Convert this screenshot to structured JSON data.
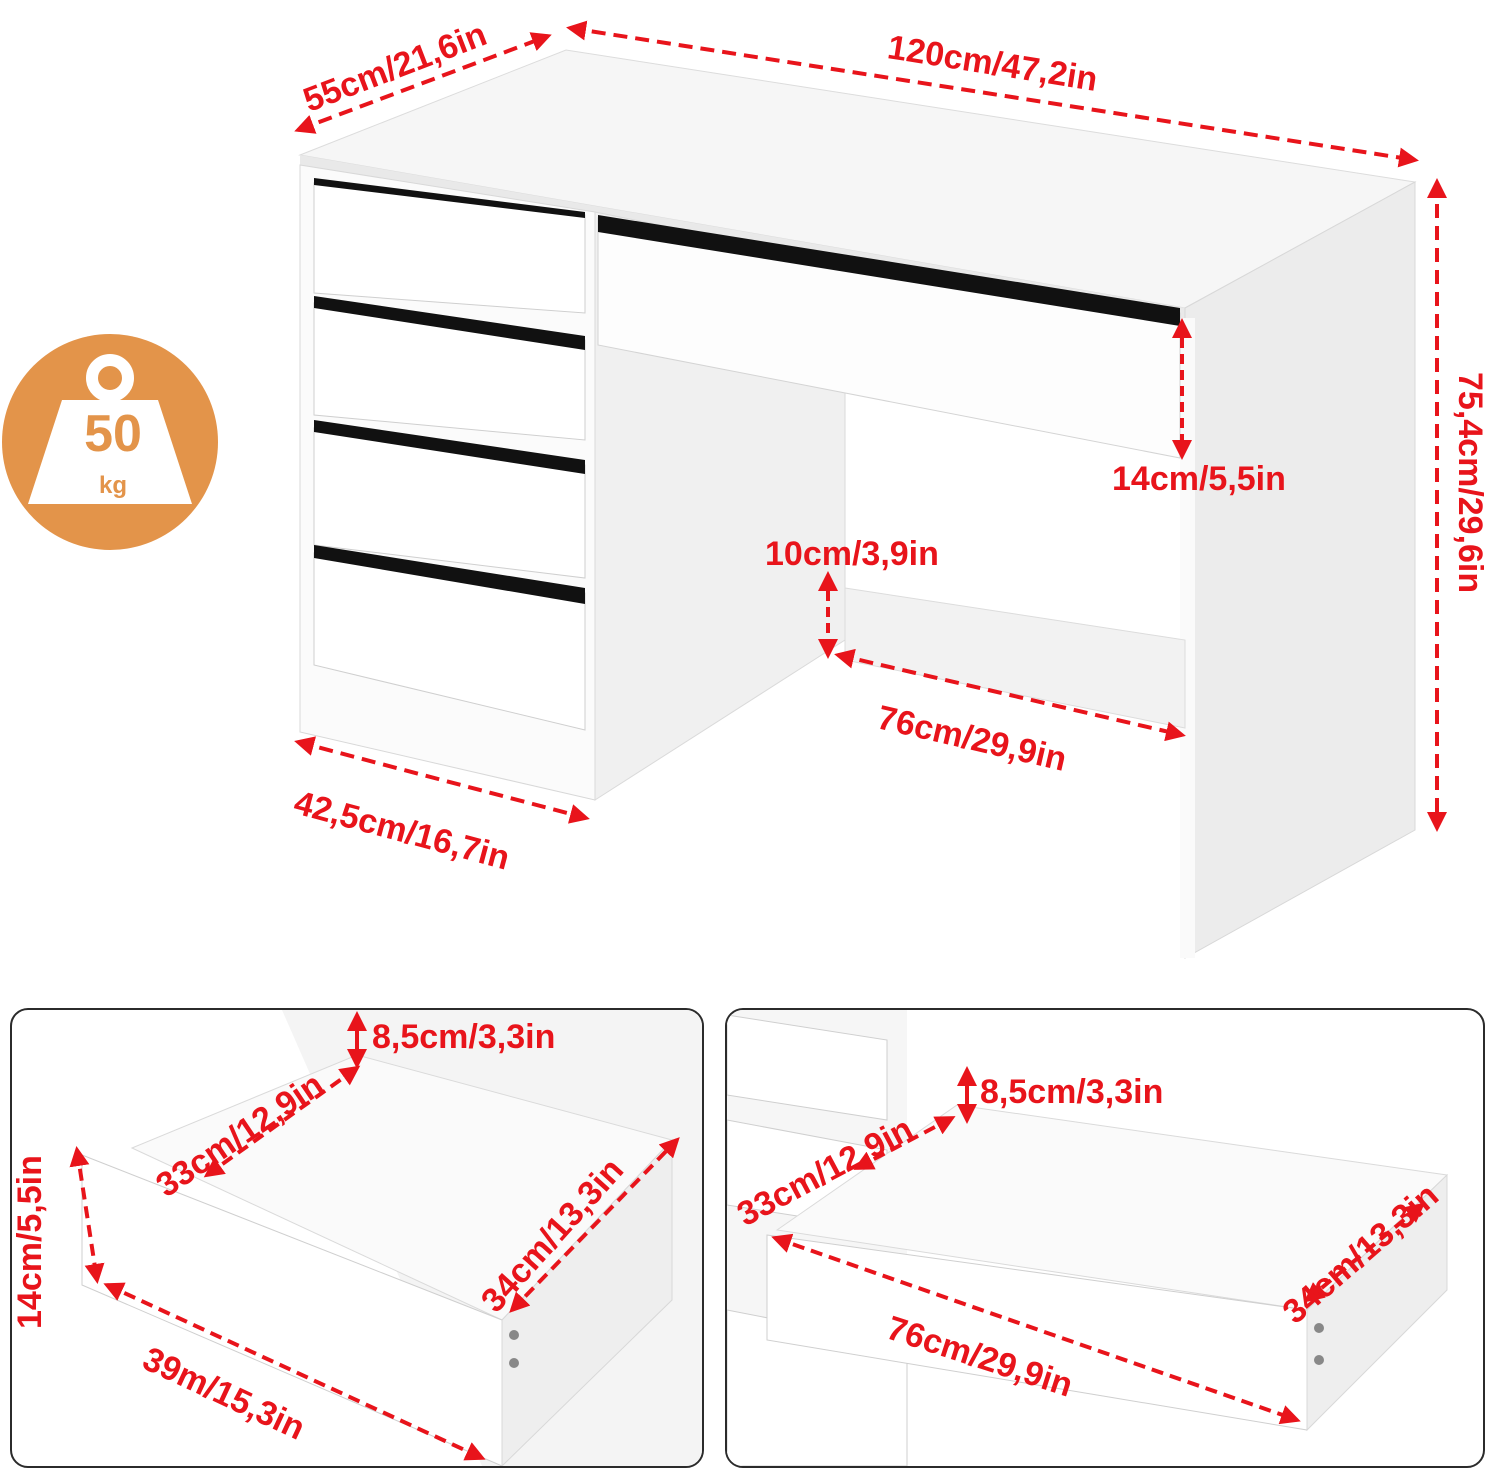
{
  "badge": {
    "icon": "weight-icon",
    "value": "50",
    "unit": "kg",
    "color": "#e3944a"
  },
  "accent_color": "#e8141b",
  "main_dims": {
    "depth": "55cm/21,6in",
    "width": "120cm/47,2in",
    "height": "75,4cm/29,6in",
    "drawer_height": "14cm/5,5in",
    "bar_height": "10cm/3,9in",
    "leg_space": "76cm/29,9in",
    "cabinet_width": "42,5cm/16,7in"
  },
  "left_detail": {
    "depth": "8,5cm/3,3in",
    "inner_width": "33cm/12,9in",
    "inner_length": "34cm/13,3in",
    "front_height": "14cm/5,5in",
    "front_width": "39m/15,3in"
  },
  "right_detail": {
    "depth": "8,5cm/3,3in",
    "inner_width": "33cm/12,9in",
    "inner_length": "34cm/13,3in",
    "front_width": "76cm/29,9in"
  }
}
